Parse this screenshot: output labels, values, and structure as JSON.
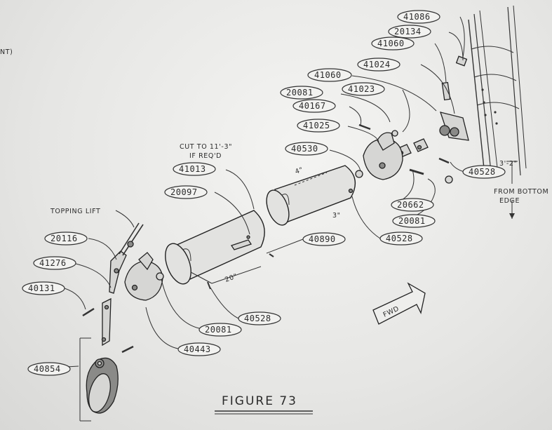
{
  "left_edge_fragment": "NT)",
  "figure_title": "FIGURE 73",
  "notes": {
    "cut_line1": "CUT TO 11'-3\"",
    "cut_line2": "IF REQ'D",
    "topping_lift": "TOPPING LIFT",
    "from_bottom_line1": "FROM BOTTOM",
    "from_bottom_line2": "EDGE",
    "dim_3_2": "3'-2\"",
    "dim_20": "20\"",
    "dim_4": "4\"",
    "dim_3": "3\"",
    "fwd": "FWD"
  },
  "callouts": [
    {
      "label": "41086"
    },
    {
      "label": "20134"
    },
    {
      "label": "41060"
    },
    {
      "label": "41024"
    },
    {
      "label": "41060"
    },
    {
      "label": "41023"
    },
    {
      "label": "20081"
    },
    {
      "label": "40167"
    },
    {
      "label": "41025"
    },
    {
      "label": "40530"
    },
    {
      "label": "41013"
    },
    {
      "label": "20097"
    },
    {
      "label": "20116"
    },
    {
      "label": "41276"
    },
    {
      "label": "40131"
    },
    {
      "label": "40854"
    },
    {
      "label": "40443"
    },
    {
      "label": "20081"
    },
    {
      "label": "40528"
    },
    {
      "label": "40890"
    },
    {
      "label": "40528"
    },
    {
      "label": "20081"
    },
    {
      "label": "20662"
    },
    {
      "label": "40528"
    }
  ]
}
